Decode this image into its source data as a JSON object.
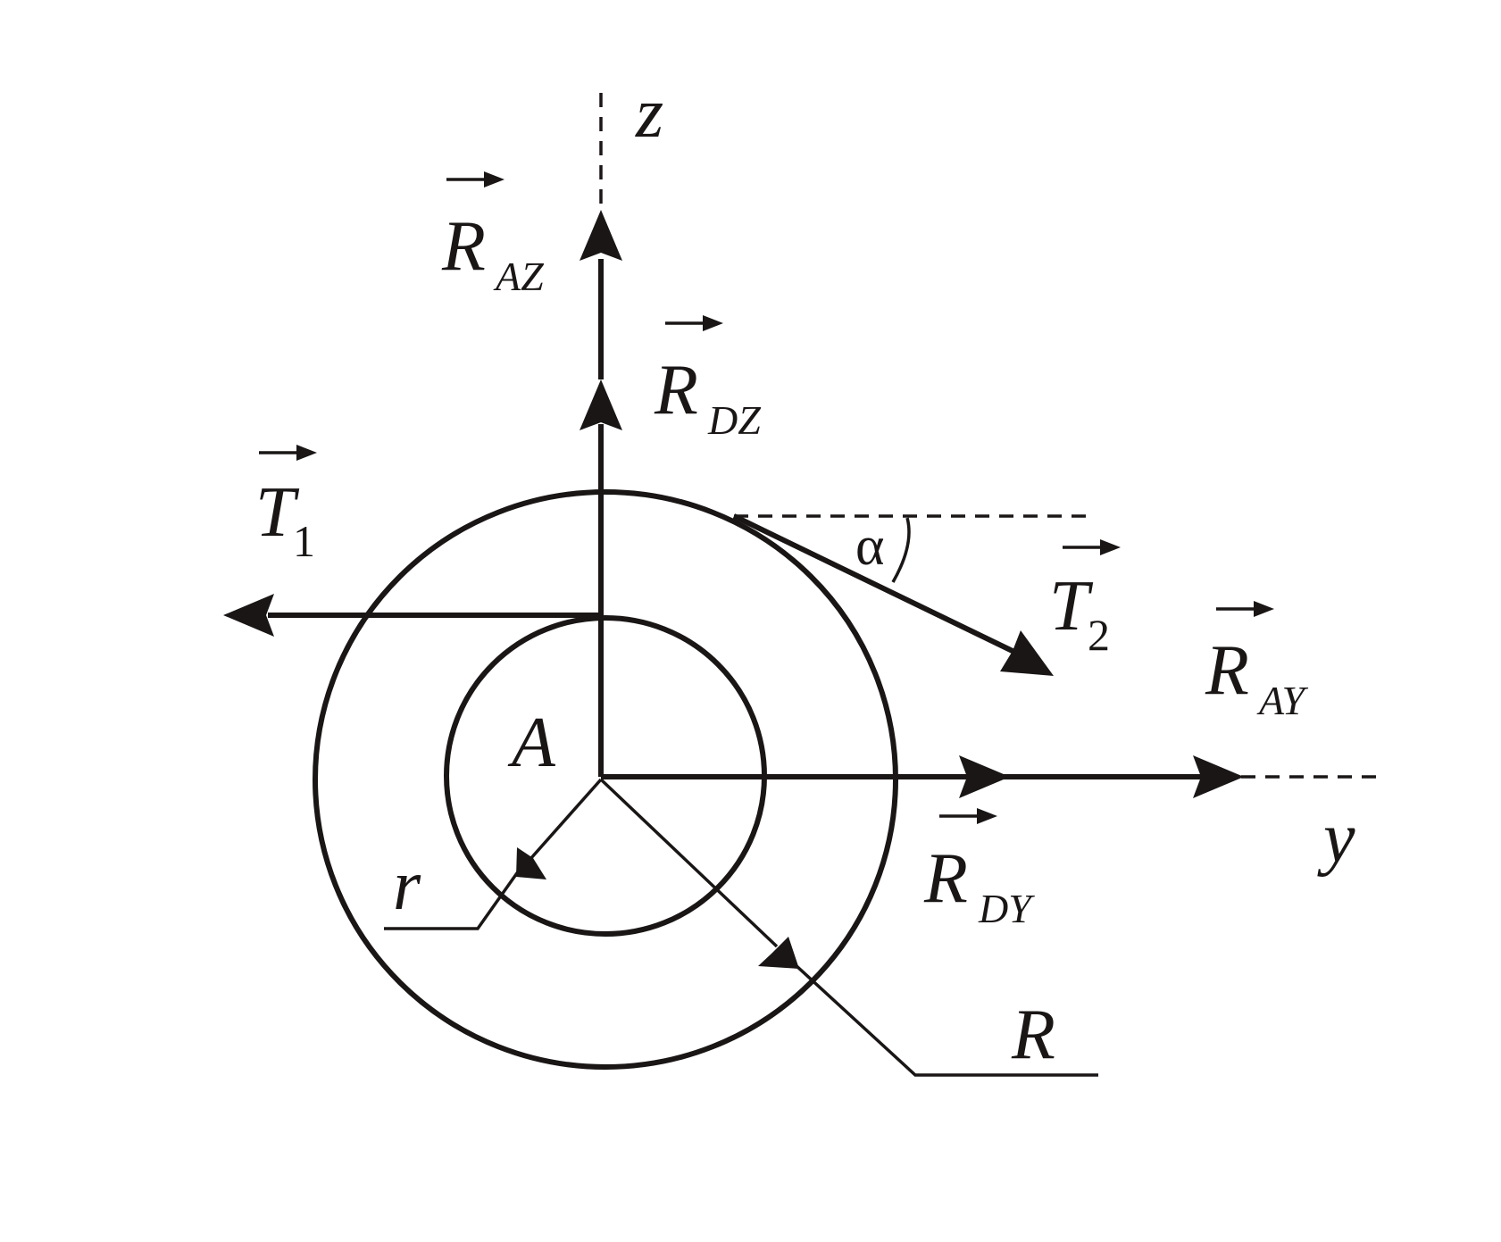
{
  "labels": {
    "z_axis": "z",
    "y_axis": "y",
    "point_A": "A",
    "r": "r",
    "R": "R",
    "alpha": "α",
    "R_AZ": {
      "main": "R",
      "sub": "AZ"
    },
    "R_DZ": {
      "main": "R",
      "sub": "DZ"
    },
    "T1": {
      "main": "T",
      "sub": "1"
    },
    "T2": {
      "main": "T",
      "sub": "2"
    },
    "R_AY": {
      "main": "R",
      "sub": "AY"
    },
    "R_DY": {
      "main": "R",
      "sub": "DY"
    }
  },
  "colors": {
    "ink": "#1a1616",
    "background": "#ffffff"
  }
}
